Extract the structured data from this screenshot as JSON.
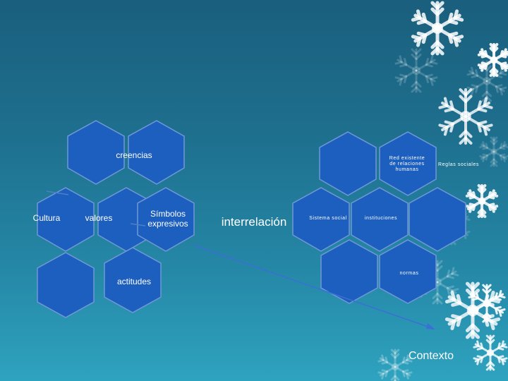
{
  "colors": {
    "hex_fill": "#1d5fbf",
    "hex_stroke": "#6f98d6",
    "text": "#ffffff",
    "snowflake": "#ffffff"
  },
  "icons": [
    "snowflake-icon"
  ],
  "left_cluster": {
    "creencias": "creencias",
    "cultura": "Cultura",
    "valores": "valores",
    "simbolos": "Símbolos expresivos",
    "actitudes": "actitudes"
  },
  "center": {
    "interrelacion": "interrelación"
  },
  "right_cluster": {
    "red": "Red existente de relaciones humanas",
    "reglas": "Reglas sociales",
    "sistema": "Sistema social",
    "instituciones": "instituciones",
    "normas": "normas"
  },
  "contexto": "Contexto"
}
